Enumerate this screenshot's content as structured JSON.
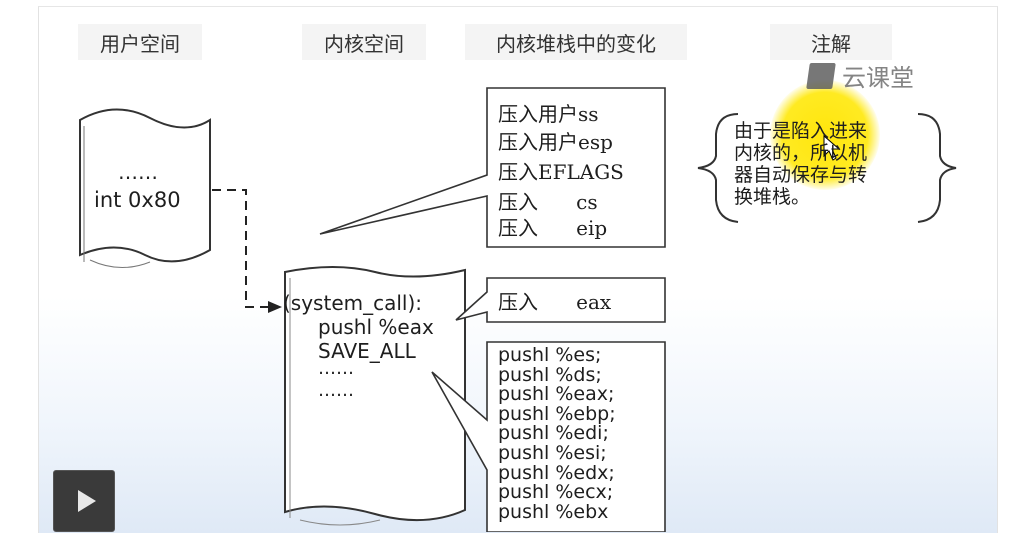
{
  "headers": {
    "user_space": "用户空间",
    "kernel_space": "内核空间",
    "kernel_stack_changes": "内核堆栈中的变化",
    "notes": "注解"
  },
  "watermark": {
    "text": "云课堂",
    "icon": "cloud-classroom-logo-icon"
  },
  "user_code": {
    "dots": "……",
    "instruction": "int 0x80"
  },
  "kernel_code": {
    "lines": [
      "(system_call):",
      "pushl %eax",
      "SAVE_ALL",
      "……",
      "……"
    ]
  },
  "stack_box_1": {
    "lines": [
      "压入用户ss",
      "压入用户esp",
      "压入EFLAGS",
      "压入      cs",
      "压入      eip"
    ]
  },
  "stack_box_2": {
    "text": "压入      eax"
  },
  "stack_box_3": {
    "lines": [
      "pushl %es;",
      "pushl %ds;",
      "pushl %eax;",
      "pushl %ebp;",
      "pushl %edi;",
      "pushl %esi;",
      "pushl %edx;",
      "pushl %ecx;",
      "pushl %ebx"
    ]
  },
  "annotation": {
    "lines": [
      "由于是陷入进来",
      "内核的，所以机",
      "器自动保存与转",
      "换堆栈。"
    ]
  },
  "colors": {
    "highlight": "#ffe400",
    "line": "#333333",
    "play_bg": "#3a3a3a"
  },
  "controls": {
    "play_icon": "play-icon"
  }
}
